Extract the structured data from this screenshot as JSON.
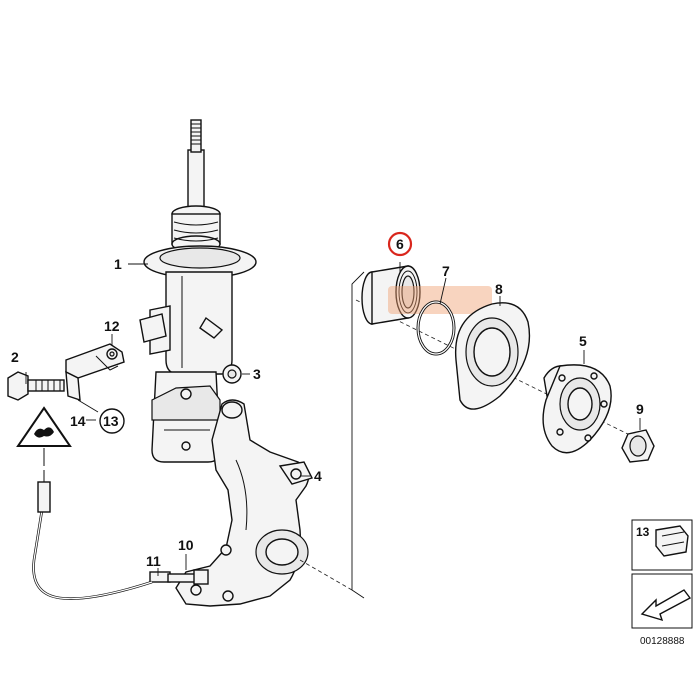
{
  "callouts": {
    "c1": "1",
    "c2": "2",
    "c3": "3",
    "c4": "4",
    "c5": "5",
    "c6": "6",
    "c7": "7",
    "c8": "8",
    "c9": "9",
    "c10": "10",
    "c11": "11",
    "c12": "12",
    "c13": "13",
    "c14": "14"
  },
  "inset": {
    "label": "13",
    "doc_number": "00128888"
  },
  "highlight_color": "#d9261c",
  "watermark_color": "#f0a070"
}
